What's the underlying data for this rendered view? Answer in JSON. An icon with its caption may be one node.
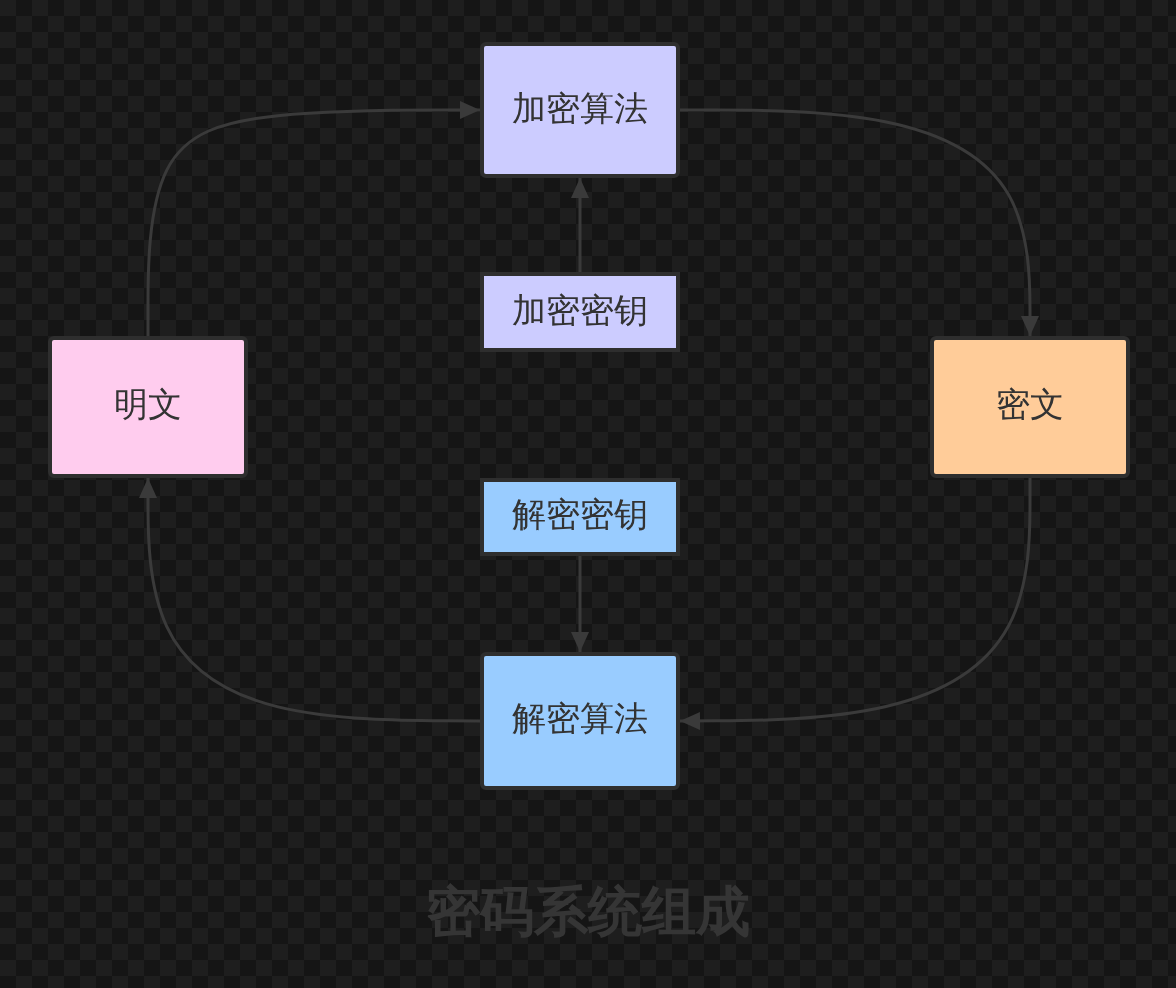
{
  "diagram": {
    "title": "密码系统组成",
    "nodes": [
      {
        "text": [
          "加密算法"
        ]
      },
      {
        "text": [
          "加密密钥"
        ]
      },
      {
        "text": [
          "明文"
        ]
      },
      {
        "text": [
          "密文"
        ]
      },
      {
        "text": [
          "解密密钥"
        ]
      },
      {
        "text": [
          "解密算法"
        ]
      }
    ],
    "edges": [
      {
        "from": 2,
        "to": 0,
        "arrow": "to"
      },
      {
        "from": 1,
        "to": 0,
        "arrow": "to"
      },
      {
        "from": 0,
        "to": 3,
        "arrow": "to"
      },
      {
        "from": 3,
        "to": 5,
        "arrow": "to"
      },
      {
        "from": 4,
        "to": 5,
        "arrow": "to"
      },
      {
        "from": 5,
        "to": 2,
        "arrow": "to"
      }
    ]
  }
}
